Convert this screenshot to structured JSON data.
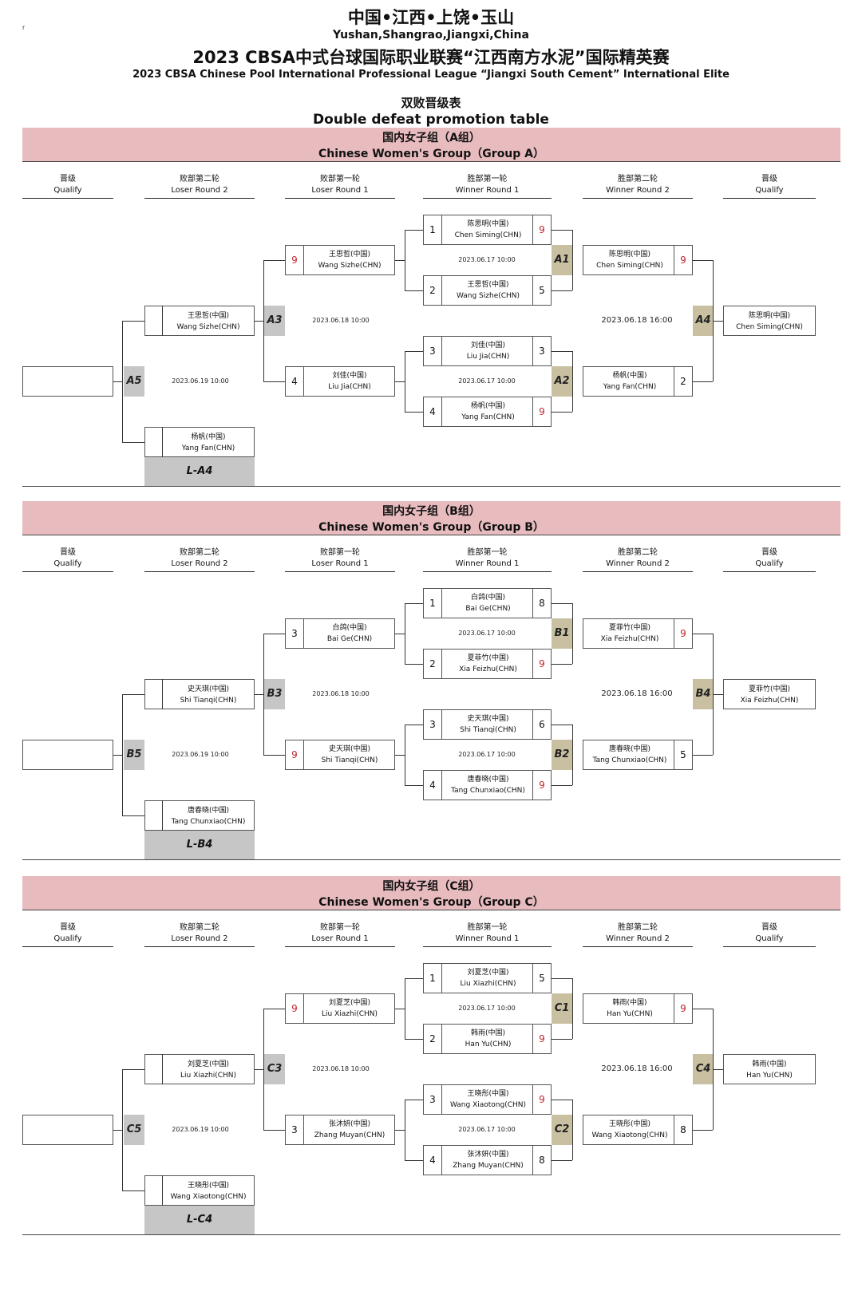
{
  "header": {
    "line1": "中国•江西•上饶•玉山",
    "line2": "Yushan,Shangrao,Jiangxi,China",
    "line3": "2023 CBSA中式台球国际职业联赛“江西南方水泥”国际精英赛",
    "line4": "2023 CBSA Chinese Pool International Professional League “Jiangxi South Cement” International Elite",
    "line5": "双败晋级表",
    "line6": "Double defeat promotion table",
    "mark": "r"
  },
  "columns": {
    "qualify_zh": "晋级",
    "qualify_en": "Qualify",
    "loser2_zh": "败部第二轮",
    "loser2_en": "Loser Round 2",
    "loser1_zh": "败部第一轮",
    "loser1_en": "Loser Round 1",
    "winner1_zh": "胜部第一轮",
    "winner1_en": "Winner Round 1",
    "winner2_zh": "胜部第二轮",
    "winner2_en": "Winner Round 2"
  },
  "groups": [
    {
      "title_zh": "国内女子组（A组）",
      "title_en": "Chinese Women's Group（Group A）",
      "wr1": [
        {
          "seed": "1",
          "zh": "陈思明(中国)",
          "en": "Chen Siming(CHN)",
          "score": "9",
          "win": true
        },
        {
          "seed": "2",
          "zh": "王思哲(中国)",
          "en": "Wang Sizhe(CHN)",
          "score": "5",
          "win": false
        },
        {
          "seed": "3",
          "zh": "刘佳(中国)",
          "en": "Liu Jia(CHN)",
          "score": "3",
          "win": false
        },
        {
          "seed": "4",
          "zh": "杨帆(中国)",
          "en": "Yang Fan(CHN)",
          "score": "9",
          "win": true
        }
      ],
      "m1": "A1",
      "m2": "A2",
      "m3": "A3",
      "m4": "A4",
      "m5": "A5",
      "wr1_date1": "2023.06.17 10:00",
      "wr1_date2": "2023.06.17 10:00",
      "wr2": [
        {
          "zh": "陈思明(中国)",
          "en": "Chen Siming(CHN)",
          "score": "9",
          "win": true
        },
        {
          "zh": "杨帆(中国)",
          "en": "Yang Fan(CHN)",
          "score": "2",
          "win": false
        }
      ],
      "wr2_date": "2023.06.18 16:00",
      "qualify_top": {
        "zh": "陈思明(中国)",
        "en": "Chen Siming(CHN)"
      },
      "lr1": [
        {
          "zh": "王思哲(中国)",
          "en": "Wang Sizhe(CHN)",
          "score": "9",
          "win": true
        },
        {
          "zh": "刘佳(中国)",
          "en": "Liu Jia(CHN)",
          "score": "4",
          "win": false
        }
      ],
      "lr1_date": "2023.06.18 10:00",
      "lr2": [
        {
          "zh": "王思哲(中国)",
          "en": "Wang Sizhe(CHN)"
        },
        {
          "zh": "杨帆(中国)",
          "en": "Yang Fan(CHN)"
        }
      ],
      "lr2_date": "2023.06.19 10:00",
      "loser_tag": "L-A4"
    },
    {
      "title_zh": "国内女子组（B组）",
      "title_en": "Chinese Women's Group（Group B）",
      "wr1": [
        {
          "seed": "1",
          "zh": "白鸽(中国)",
          "en": "Bai Ge(CHN)",
          "score": "8",
          "win": false
        },
        {
          "seed": "2",
          "zh": "夏菲竹(中国)",
          "en": "Xia Feizhu(CHN)",
          "score": "9",
          "win": true
        },
        {
          "seed": "3",
          "zh": "史天琪(中国)",
          "en": "Shi Tianqi(CHN)",
          "score": "6",
          "win": false
        },
        {
          "seed": "4",
          "zh": "唐春晓(中国)",
          "en": "Tang Chunxiao(CHN)",
          "score": "9",
          "win": true
        }
      ],
      "m1": "B1",
      "m2": "B2",
      "m3": "B3",
      "m4": "B4",
      "m5": "B5",
      "wr1_date1": "2023.06.17 10:00",
      "wr1_date2": "2023.06.17 10:00",
      "wr2": [
        {
          "zh": "夏菲竹(中国)",
          "en": "Xia Feizhu(CHN)",
          "score": "9",
          "win": true
        },
        {
          "zh": "唐春晓(中国)",
          "en": "Tang Chunxiao(CHN)",
          "score": "5",
          "win": false
        }
      ],
      "wr2_date": "2023.06.18 16:00",
      "qualify_top": {
        "zh": "夏菲竹(中国)",
        "en": "Xia Feizhu(CHN)"
      },
      "lr1": [
        {
          "zh": "白鸽(中国)",
          "en": "Bai Ge(CHN)",
          "score": "3",
          "win": false
        },
        {
          "zh": "史天琪(中国)",
          "en": "Shi Tianqi(CHN)",
          "score": "9",
          "win": true
        }
      ],
      "lr1_date": "2023.06.18 10:00",
      "lr2": [
        {
          "zh": "史天琪(中国)",
          "en": "Shi Tianqi(CHN)"
        },
        {
          "zh": "唐春晓(中国)",
          "en": "Tang Chunxiao(CHN)"
        }
      ],
      "lr2_date": "2023.06.19 10:00",
      "loser_tag": "L-B4"
    },
    {
      "title_zh": "国内女子组（C组）",
      "title_en": "Chinese Women's Group（Group C）",
      "wr1": [
        {
          "seed": "1",
          "zh": "刘夏芝(中国)",
          "en": "Liu Xiazhi(CHN)",
          "score": "5",
          "win": false
        },
        {
          "seed": "2",
          "zh": "韩雨(中国)",
          "en": "Han Yu(CHN)",
          "score": "9",
          "win": true
        },
        {
          "seed": "3",
          "zh": "王晓彤(中国)",
          "en": "Wang Xiaotong(CHN)",
          "score": "9",
          "win": true
        },
        {
          "seed": "4",
          "zh": "张沐妍(中国)",
          "en": "Zhang Muyan(CHN)",
          "score": "8",
          "win": false
        }
      ],
      "m1": "C1",
      "m2": "C2",
      "m3": "C3",
      "m4": "C4",
      "m5": "C5",
      "wr1_date1": "2023.06.17 10:00",
      "wr1_date2": "2023.06.17 10:00",
      "wr2": [
        {
          "zh": "韩雨(中国)",
          "en": "Han Yu(CHN)",
          "score": "9",
          "win": true
        },
        {
          "zh": "王晓彤(中国)",
          "en": "Wang Xiaotong(CHN)",
          "score": "8",
          "win": false
        }
      ],
      "wr2_date": "2023.06.18 16:00",
      "qualify_top": {
        "zh": "韩雨(中国)",
        "en": "Han Yu(CHN)"
      },
      "lr1": [
        {
          "zh": "刘夏芝(中国)",
          "en": "Liu Xiazhi(CHN)",
          "score": "9",
          "win": true
        },
        {
          "zh": "张沐妍(中国)",
          "en": "Zhang Muyan(CHN)",
          "score": "3",
          "win": false
        }
      ],
      "lr1_date": "2023.06.18 10:00",
      "lr2": [
        {
          "zh": "刘夏芝(中国)",
          "en": "Liu Xiazhi(CHN)"
        },
        {
          "zh": "王晓彤(中国)",
          "en": "Wang Xiaotong(CHN)"
        }
      ],
      "lr2_date": "2023.06.19 10:00",
      "loser_tag": "L-C4"
    }
  ],
  "colors": {
    "banner": "#e8bcbf",
    "winner_label": "#c9c0a2",
    "loser_label": "#c6c6c6",
    "win_score": "#c0262c"
  }
}
